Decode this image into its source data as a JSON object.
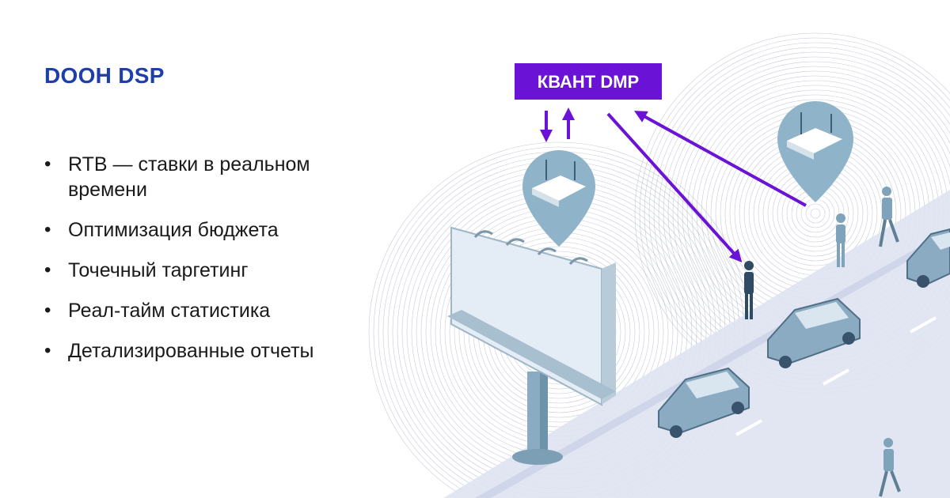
{
  "header": {
    "title": "DOOH DSP"
  },
  "bullets": [
    "RTB — ставки в реальном времени",
    "Оптимизация бюджета",
    "Точечный таргетинг",
    "Реал-тайм статистика",
    "Детализированные отчеты"
  ],
  "diagram": {
    "dmp_label": "КВАНТ DMP",
    "colors": {
      "dmp_box": "#6a12d6",
      "arrow": "#6a12d6",
      "road": "#dfe3f2",
      "billboard": "#dbe7f1",
      "pin": "#8fb3c8",
      "car": "#8aabc1"
    }
  }
}
